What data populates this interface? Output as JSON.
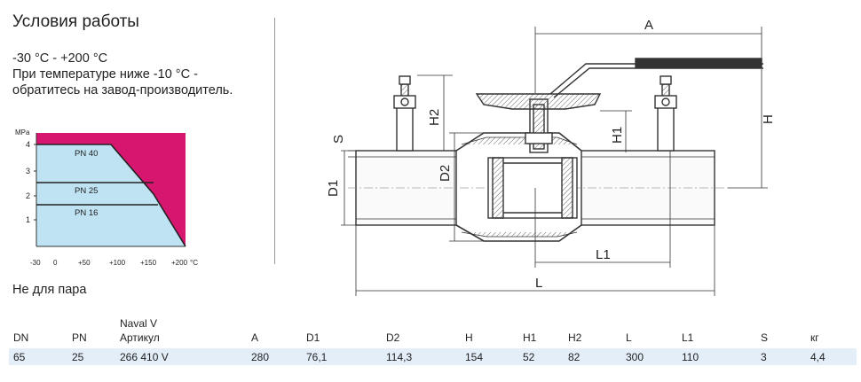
{
  "conditions": {
    "title": "Условия работы",
    "temp_range": "-30 °C - +200 °C",
    "note_line1": "При температуре ниже -10 °C -",
    "note_line2": "обратитесь на завод-производитель."
  },
  "pt_chart": {
    "y_unit": "MPa",
    "y_ticks": [
      "4",
      "3",
      "2",
      "1"
    ],
    "x_ticks": [
      "-30",
      "0",
      "+50",
      "+100",
      "+150",
      "+200"
    ],
    "x_unit": "°C",
    "series_labels": [
      "PN 40",
      "PN 25",
      "PN 16"
    ],
    "colors": {
      "magenta": "#d6166f",
      "light_blue": "#bfe3f3"
    }
  },
  "steam_note": "Не для пара",
  "drawing_labels": {
    "A": "A",
    "H": "H",
    "H1": "H1",
    "H2": "H2",
    "S": "S",
    "D1": "D1",
    "D2": "D2",
    "L": "L",
    "L1": "L1"
  },
  "table": {
    "header_top": "Naval V",
    "columns": [
      "DN",
      "PN",
      "Артикул",
      "A",
      "D1",
      "D2",
      "H",
      "H1",
      "H2",
      "L",
      "L1",
      "S",
      "кг"
    ],
    "rows": [
      [
        "65",
        "25",
        "266 410 V",
        "280",
        "76,1",
        "114,3",
        "154",
        "52",
        "82",
        "300",
        "110",
        "3",
        "4,4"
      ]
    ]
  }
}
